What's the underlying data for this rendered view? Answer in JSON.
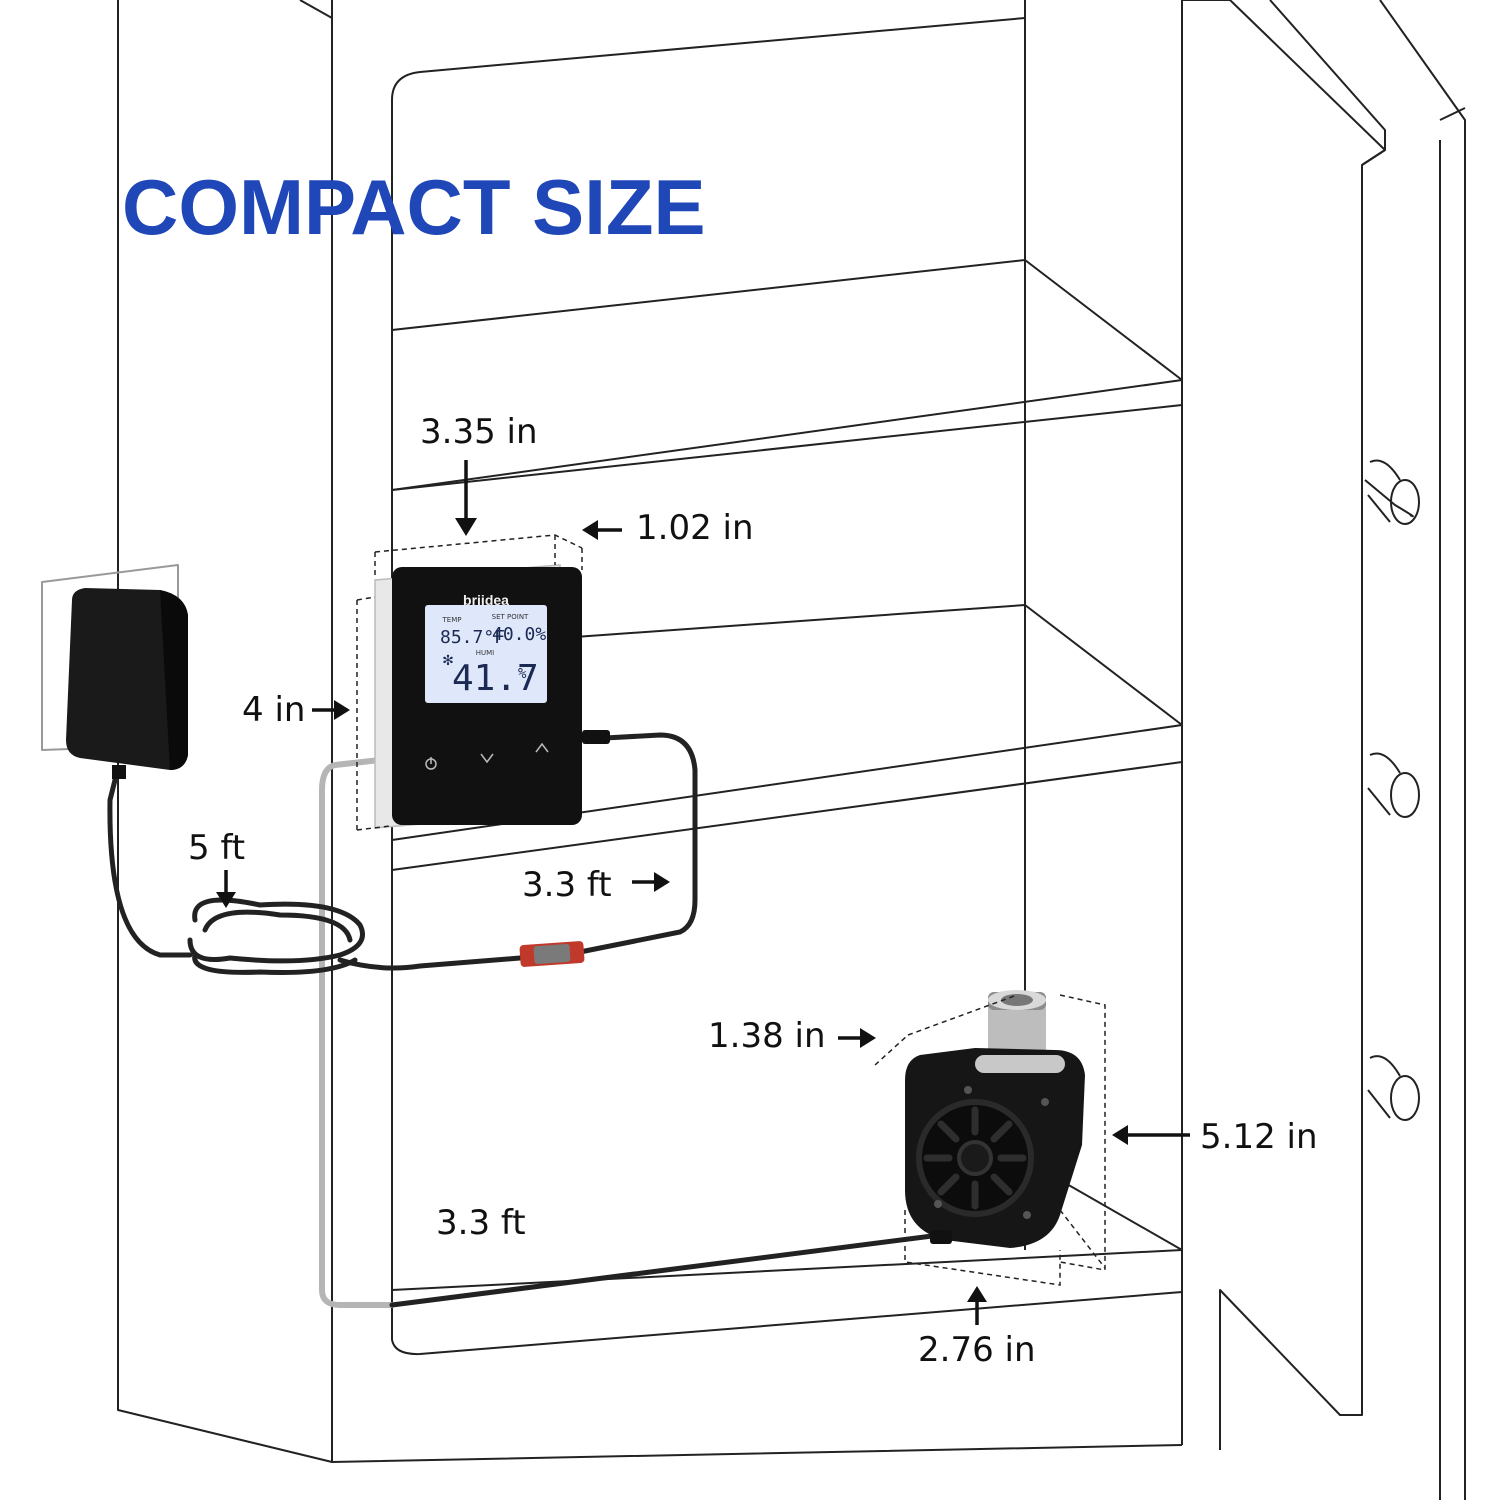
{
  "title": "COMPACT SIZE",
  "colors": {
    "title": "#1f47b8",
    "line_art": "#222222",
    "device_body": "#111111",
    "lcd": "#dfe8fb",
    "connector": "#c0392b"
  },
  "controller": {
    "brand": "briidea",
    "lcd": {
      "temp_label": "TEMP",
      "temp_value": "85.7°F",
      "setpoint_label": "SET POINT",
      "setpoint_value": "40.0%",
      "humi_label": "HUMI",
      "humi_value": "41.7",
      "humi_unit": "%"
    },
    "icons": [
      "power-icon",
      "down-chevron-icon",
      "up-chevron-icon"
    ]
  },
  "dimensions": {
    "controller_width": "3.35 in",
    "controller_depth": "1.02 in",
    "controller_height": "4 in",
    "adapter_cable": "5 ft",
    "controller_cable": "3.3 ft",
    "fan_cable": "3.3 ft",
    "fan_depth": "1.38 in",
    "fan_height": "5.12 in",
    "fan_width": "2.76 in"
  }
}
